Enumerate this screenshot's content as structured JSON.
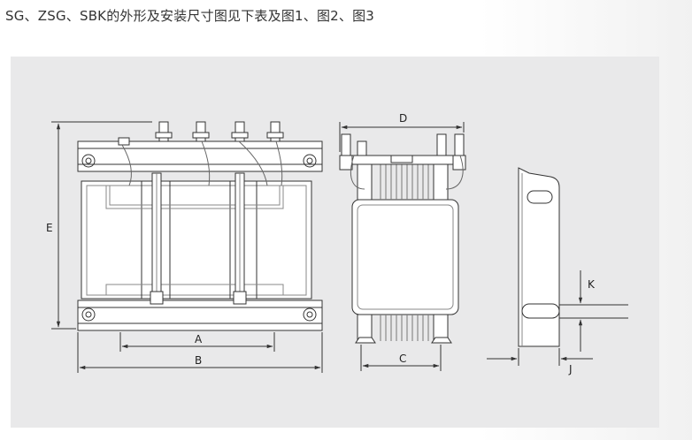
{
  "heading": "SG、ZSG、SBK的外形及安装尺寸图见下表及图1、图2、图3",
  "labels": {
    "a": "A",
    "b": "B",
    "c": "C",
    "d": "D",
    "e": "E",
    "j": "J",
    "k": "K"
  }
}
